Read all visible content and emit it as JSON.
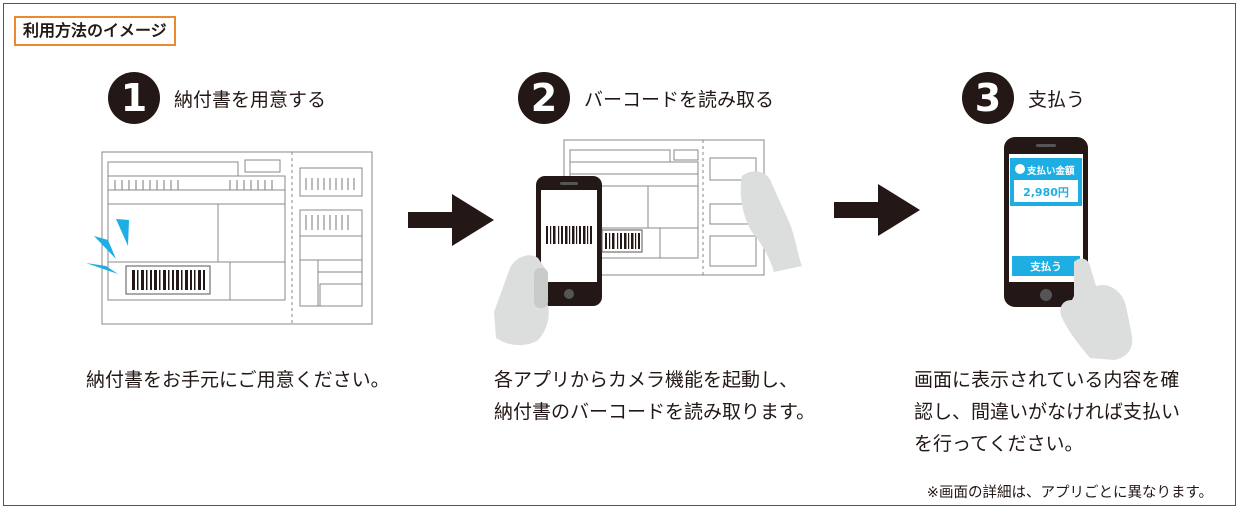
{
  "title": "利用方法のイメージ",
  "steps": [
    {
      "number": "1",
      "label": "納付書を用意する",
      "description": [
        "納付書をお手元にご用意ください。"
      ]
    },
    {
      "number": "2",
      "label": "バーコードを読み取る",
      "description": [
        "各アプリからカメラ機能を起動し、",
        "納付書のバーコードを読み取ります。"
      ]
    },
    {
      "number": "3",
      "label": "支払う",
      "description": [
        "画面に表示されている内容を確",
        "認し、間違いがなければ支払い",
        "を行ってください。"
      ]
    }
  ],
  "phone_screen": {
    "amount_label": "支払い金額",
    "amount": "2,980円",
    "pay_button": "支払う"
  },
  "footnote": "※画面の詳細は、アプリごとに異なります。",
  "colors": {
    "title_border": "#ea8a2e",
    "accent_blue": "#1eaee3",
    "dark": "#231815"
  },
  "icons": [
    "arrow-right-icon",
    "arrow-right-icon",
    "smartphone-icon",
    "hand-icon",
    "barcode-icon"
  ]
}
